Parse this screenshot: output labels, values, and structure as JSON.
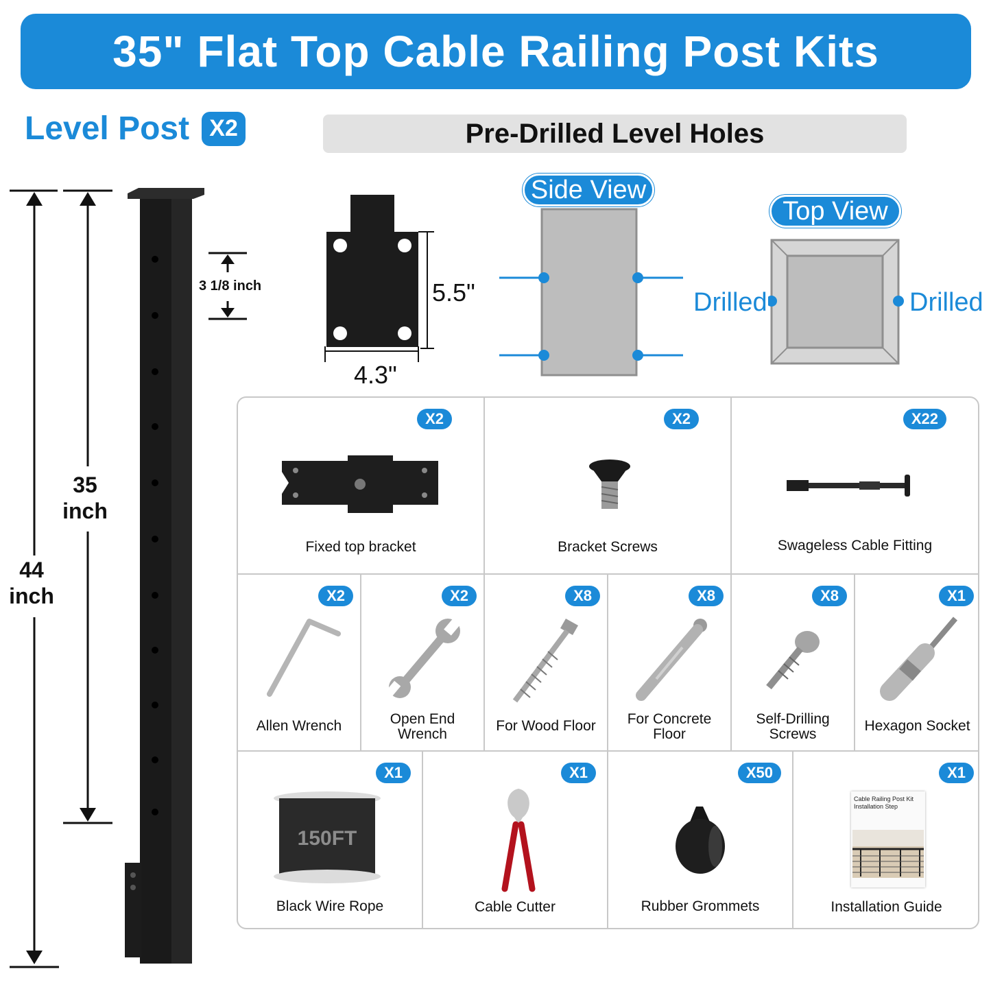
{
  "header": {
    "title": "35\" Flat Top Cable Railing Post Kits"
  },
  "level_post": {
    "label": "Level Post",
    "qty": "X2"
  },
  "holes_bar": {
    "label": "Pre-Drilled Level Holes"
  },
  "post_dimensions": {
    "height_total": "44",
    "height_total_unit": "inch",
    "height_cable": "35",
    "height_cable_unit": "inch",
    "hole_spacing": "3 1/8 inch"
  },
  "base_plate": {
    "height": "5.5\"",
    "width": "4.3\""
  },
  "side_view": {
    "label": "Side View"
  },
  "top_view": {
    "label": "Top View",
    "left": "Drilled",
    "right": "Drilled"
  },
  "items": [
    {
      "name": "Fixed top bracket",
      "qty": "X2"
    },
    {
      "name": "Bracket Screws",
      "qty": "X2"
    },
    {
      "name": "Swageless Cable Fitting",
      "qty": "X22"
    },
    {
      "name": "Allen Wrench",
      "qty": "X2"
    },
    {
      "name": "Open End Wrench",
      "qty": "X2"
    },
    {
      "name": "For Wood Floor",
      "qty": "X8"
    },
    {
      "name": "For Concrete Floor",
      "qty": "X8"
    },
    {
      "name": "Self-Drilling Screws",
      "qty": "X8"
    },
    {
      "name": "Hexagon Socket",
      "qty": "X1"
    },
    {
      "name": "Black Wire Rope",
      "qty": "X1"
    },
    {
      "name": "Cable Cutter",
      "qty": "X1"
    },
    {
      "name": "Rubber Grommets",
      "qty": "X50"
    },
    {
      "name": "Installation Guide",
      "qty": "X1"
    }
  ],
  "labels": {
    "open_end_1": "Open End",
    "open_end_2": "Wrench",
    "concrete_1": "For Concrete",
    "concrete_2": "Floor",
    "selfdrill_1": "Self-Drilling",
    "selfdrill_2": "Screws",
    "rope_text": "150FT",
    "guide_title_1": "Cable Railing Post Kit",
    "guide_title_2": "Installation Step"
  },
  "colors": {
    "accent": "#1b8ad8",
    "post": "#1c1c1c",
    "panel_gray": "#e2e2e2"
  }
}
